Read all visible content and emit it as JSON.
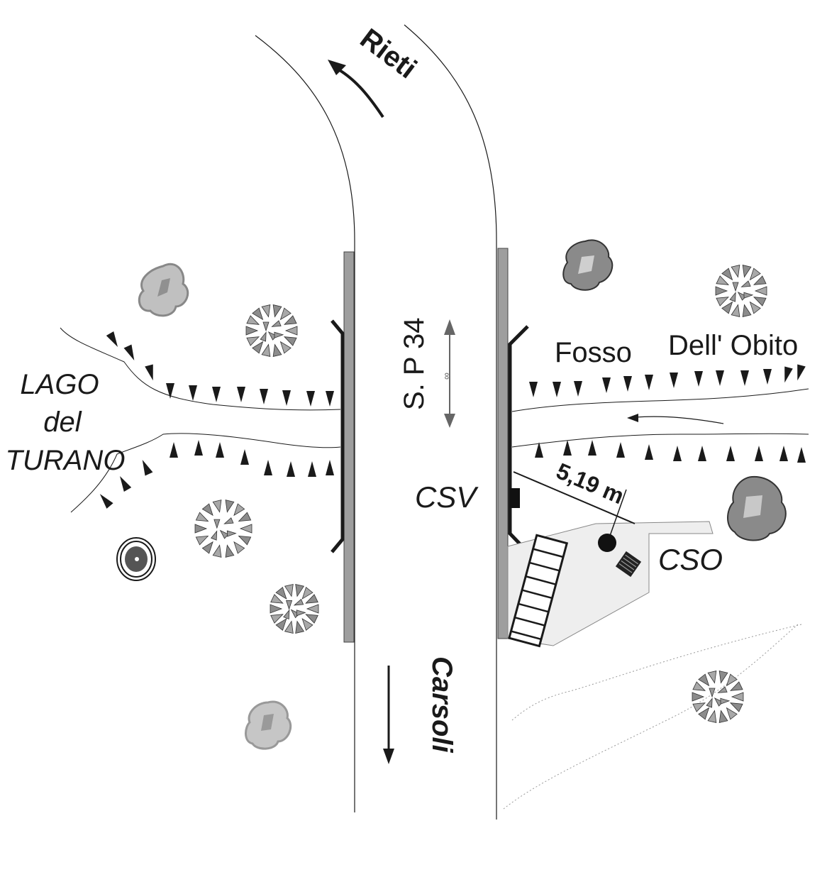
{
  "labels": {
    "rieti": "Rieti",
    "carsoli": "Carsoli",
    "road": "S. P 34",
    "lake_line1": "LAGO",
    "lake_line2": "del",
    "lake_line3": "TURANO",
    "stream_word1": "Fosso",
    "stream_word2": "Dell' Obito",
    "csv": "CSV",
    "cso": "CSO",
    "distance": "5,19 m"
  },
  "colors": {
    "line": "#1a1a1a",
    "guardrail": "#9e9e9e",
    "tree_dark": "#6e6e6e",
    "tree_light": "#a8a8a8",
    "area_fill": "#eeeeee",
    "marker": "#111111"
  },
  "icons": {
    "trees": "tree-icon",
    "bushes": "bush-icon",
    "well": "well-icon",
    "stairs": "staircase-icon",
    "grate": "grate-icon"
  }
}
